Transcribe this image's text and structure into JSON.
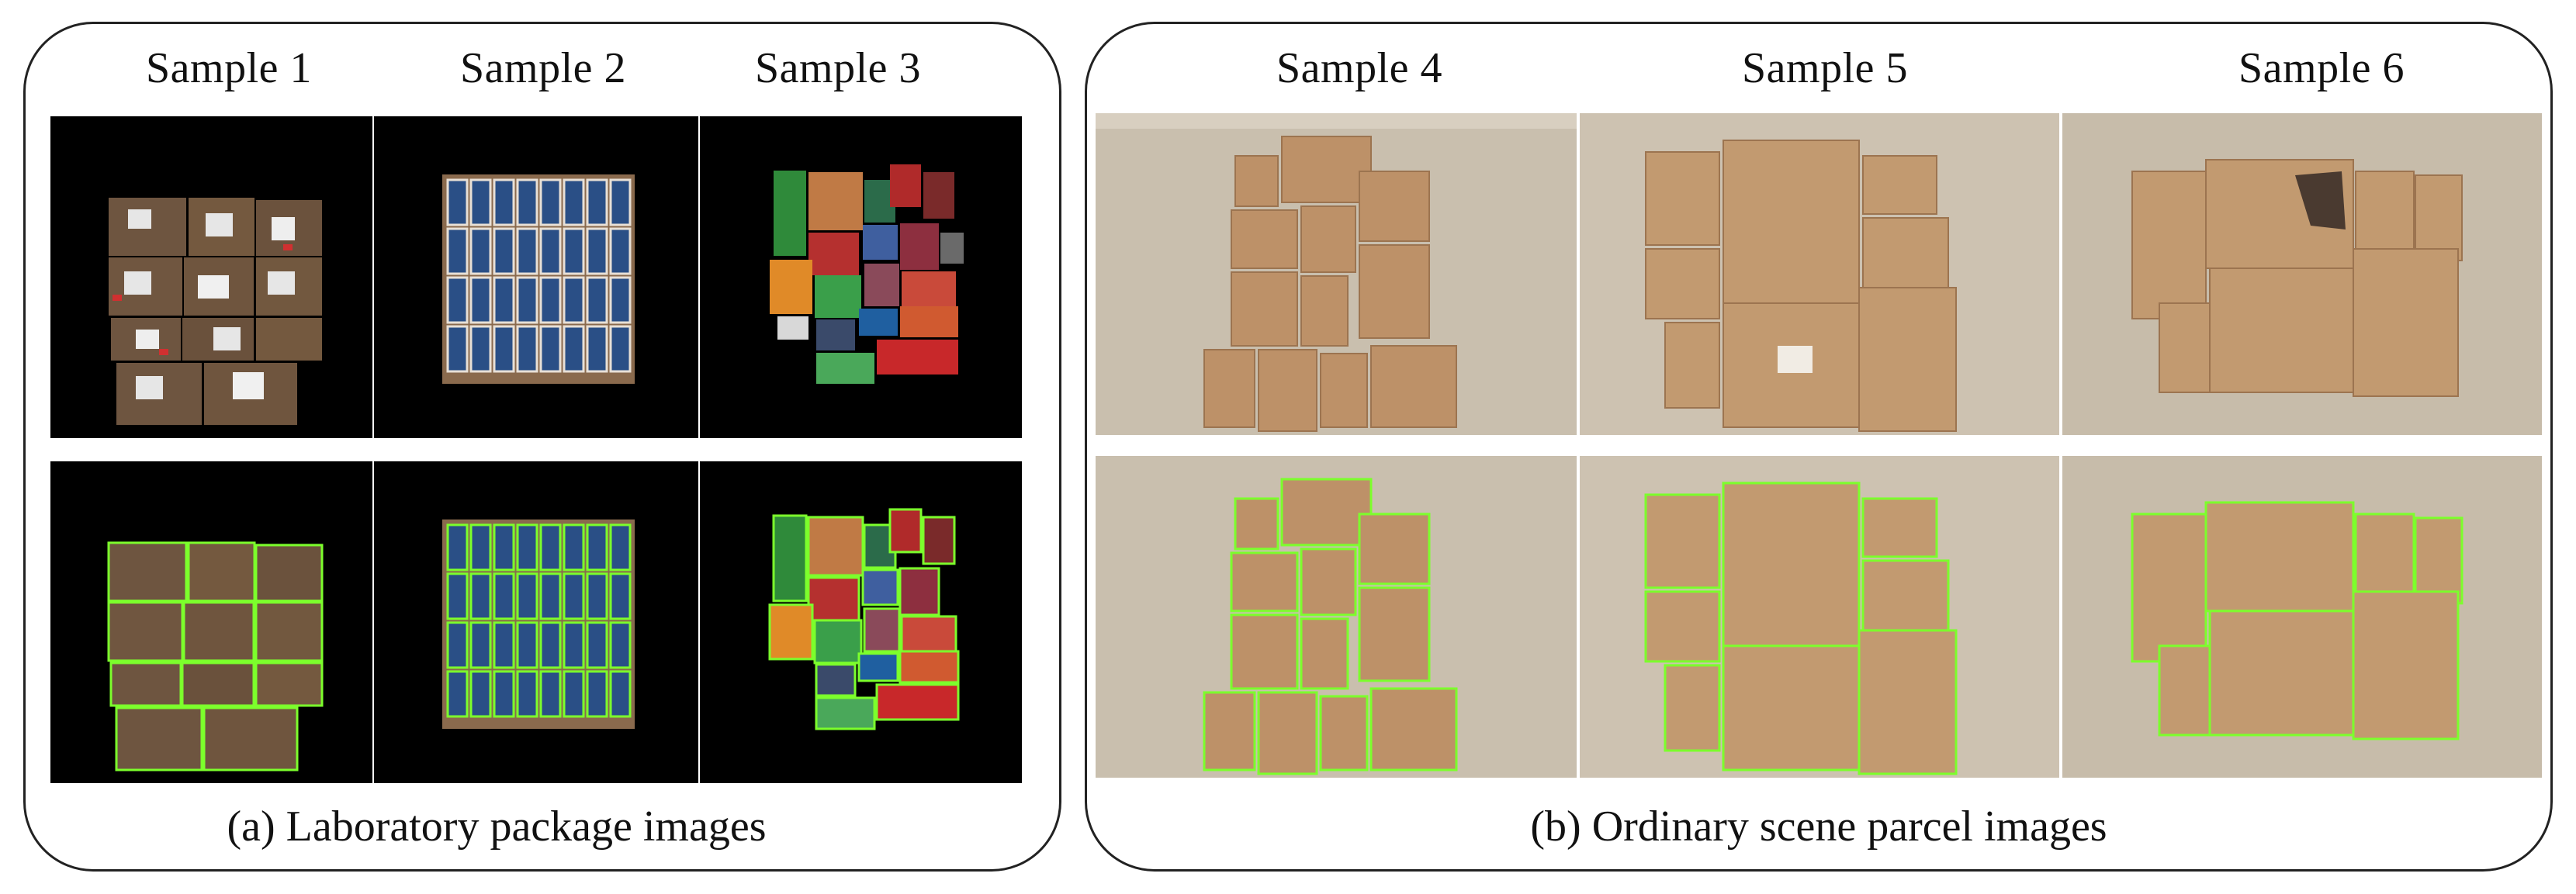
{
  "panels": {
    "a": {
      "caption": "(a) Laboratory package images",
      "samples": [
        "Sample 1",
        "Sample 2",
        "Sample 3"
      ]
    },
    "b": {
      "caption": "(b) Ordinary scene parcel images",
      "samples": [
        "Sample 4",
        "Sample 5",
        "Sample 6"
      ]
    }
  },
  "colors": {
    "lab_background": "#000000",
    "floor_background": "#c7bcaa",
    "parcel_box": "#b98c61",
    "detection_box": "#7cff2c"
  }
}
